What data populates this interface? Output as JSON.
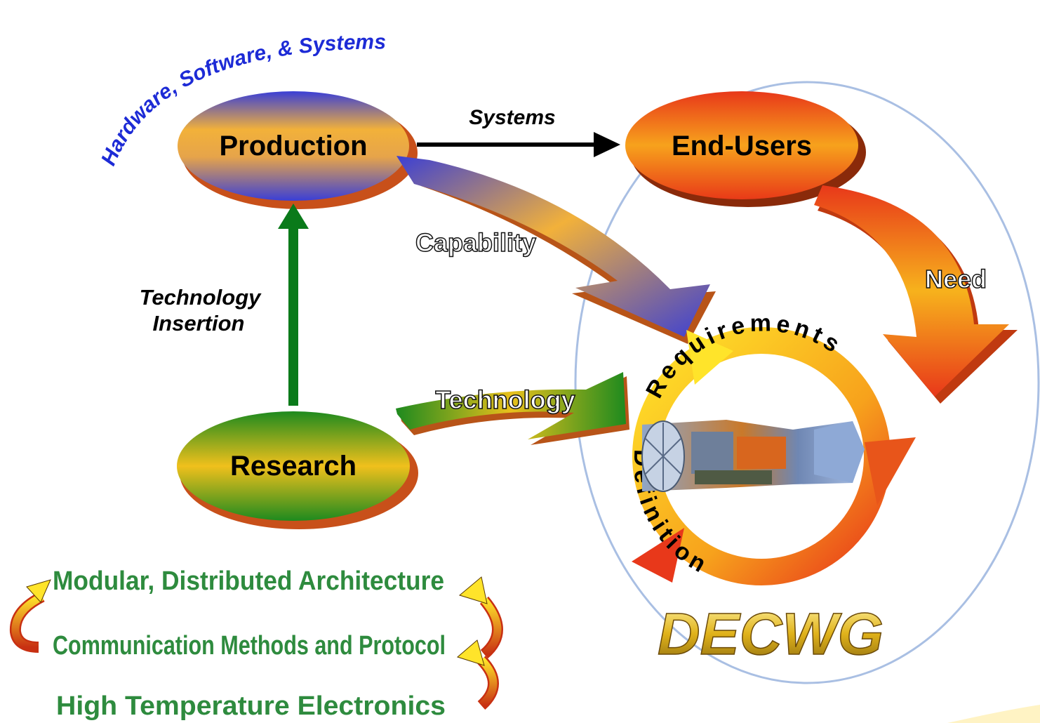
{
  "arc_label": "Hardware, Software, & Systems",
  "nodes": {
    "production": "Production",
    "end_users": "End-Users",
    "research": "Research"
  },
  "edges": {
    "systems": "Systems",
    "capability": "Capability",
    "need": "Need",
    "technology": "Technology",
    "insertion_line1": "Technology",
    "insertion_line2": "Insertion"
  },
  "cycle": {
    "requirements": "Requirements",
    "definition": "Definition",
    "center_image": "turbofan-engine-cutaway"
  },
  "logo": "DECWG",
  "focus_areas": [
    "Modular, Distributed Architecture",
    "Communication Methods and Protocol",
    "High Temperature Electronics"
  ],
  "colors": {
    "focus_text": "#2e8b3e",
    "insertion_arrow": "#0a7a1a",
    "flow_arrow": "#000000",
    "focus_ellipse": "#a9bfe3"
  }
}
